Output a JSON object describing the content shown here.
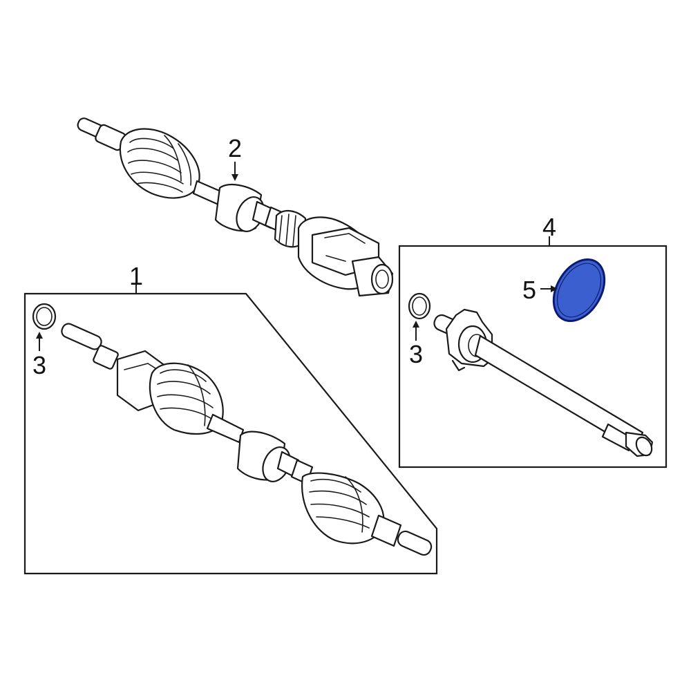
{
  "callouts": {
    "c1": "1",
    "c2": "2",
    "c3a": "3",
    "c3b": "3",
    "c4": "4",
    "c5": "5"
  },
  "colors": {
    "highlight_fill": "#3b5fcf",
    "highlight_stroke": "#0a1a6e",
    "line": "#1a1a1a",
    "background": "#ffffff"
  }
}
